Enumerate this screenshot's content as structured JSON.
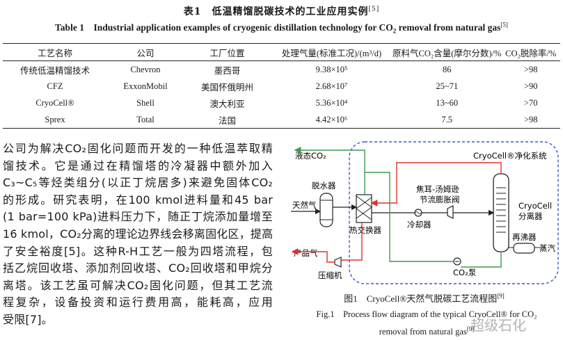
{
  "table": {
    "caption_cn": "表1　低温精馏脱碳技术的工业应用实例",
    "caption_cn_ref": "[5]",
    "caption_en": "Table 1　Industrial application examples of cryogenic distillation technology for CO",
    "caption_en_sub": "2",
    "caption_en_tail": " removal from natural gas",
    "caption_en_ref": "[5]",
    "headers": [
      "工艺名称",
      "公司",
      "工厂位置",
      "处理气量(标准工况)/(m³/d)",
      "原料气CO₂含量(摩尔分数)/%",
      "CO₂脱除率/%"
    ],
    "rows": [
      {
        "name": "传统低温精馏技术",
        "company": "Chevron",
        "location": "墨西哥",
        "capacity": "9.38×10⁵",
        "co2_content": "86",
        "removal": ">98"
      },
      {
        "name": "CFZ",
        "company": "ExxonMobil",
        "location": "美国怀俄明州",
        "capacity": "2.68×10⁷",
        "co2_content": "25~71",
        "removal": ">90"
      },
      {
        "name": "CryoCell®",
        "company": "Shell",
        "location": "澳大利亚",
        "capacity": "5.36×10⁴",
        "co2_content": "13~60",
        "removal": ">70"
      },
      {
        "name": "Sprex",
        "company": "Total",
        "location": "法国",
        "capacity": "4.42×10⁶",
        "co2_content": "7.5",
        "removal": ">98"
      }
    ]
  },
  "paragraph_lines": [
    "公司为解决CO₂固化问题而开发的一种低温萃取精",
    "馏技术。它是通过在精馏塔的冷凝器中额外加入",
    "C₃~C₅等烃类组分(以正丁烷居多)来避免固体CO₂",
    "的形成。研究表明，在100 kmol进料量和45 bar",
    "(1 bar=100 kPa)进料压力下，随正丁烷添加量增至",
    "16 kmol，CO₂分离的理论边界线会移离固化区，提高",
    "了安全裕度[5]。这种R-H工艺一般为四塔流程，包",
    "括乙烷回收塔、添加剂回收塔、CO₂回收塔和甲烷分",
    "离塔。该工艺虽可解决CO₂固化问题，但其工艺流",
    "程复杂，设备投资和运行费用高，能耗高，应用",
    "受限[7]。"
  ],
  "figure": {
    "labels": {
      "liquid_co2": "液态CO₂",
      "system": "CryoCell®净化系统",
      "dehydrator": "脱水器",
      "natural_gas": "天然气",
      "jt_valve_1": "焦耳-汤姆逊",
      "jt_valve_2": "节流膨胀阀",
      "separator_1": "CryoCell",
      "separator_2": "分离器",
      "heat_exchanger": "热交换器",
      "cooler": "冷却器",
      "reboiler": "再沸器",
      "steam": "蒸汽",
      "product_gas": "产品气",
      "compressor": "压缩机",
      "co2_pump": "CO₂泵"
    },
    "caption_cn": "图1　CryoCell®天然气脱碳工艺流程图",
    "caption_cn_ref": "[9]",
    "caption_en_1": "Fig.1　Process flow diagram of the typical CryoCell® for CO₂",
    "caption_en_2": "removal from natural gas",
    "caption_en_ref": "[9]"
  },
  "watermark": "超级石化",
  "colors": {
    "red_line": "#e0302a",
    "green_line": "#3f9a4a",
    "blue_dash": "#3a55d6",
    "text": "#1a1a1a"
  }
}
